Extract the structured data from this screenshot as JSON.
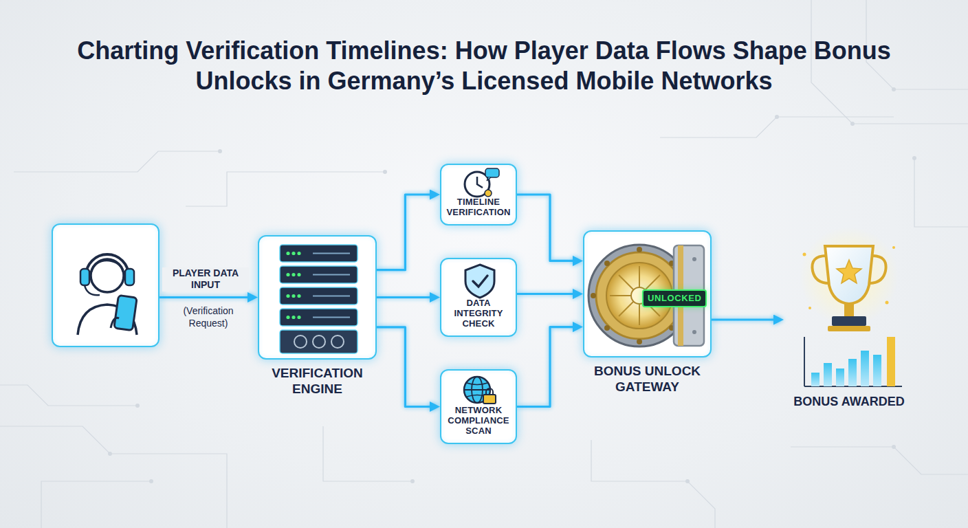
{
  "diagram": {
    "title": "Charting Verification Timelines: How Player Data Flows Shape Bonus Unlocks in Germany’s Licensed Mobile Networks",
    "nodes": [
      {
        "text": []
      },
      {
        "text": [
          "VERIFICATION ENGINE"
        ]
      },
      {
        "text": [
          "TIMELINE VERIFICATION"
        ]
      },
      {
        "text": [
          "DATA INTEGRITY CHECK"
        ]
      },
      {
        "text": [
          "NETWORK COMPLIANCE SCAN"
        ]
      },
      {
        "text": [
          "UNLOCKED",
          "BONUS UNLOCK GATEWAY"
        ]
      },
      {
        "text": [
          "BONUS AWARDED"
        ]
      }
    ],
    "edges": [
      {
        "from": 0,
        "to": 1,
        "arrow": "to",
        "label": "PLAYER DATA INPUT"
      },
      {
        "from": 1,
        "to": 2,
        "arrow": "to"
      },
      {
        "from": 1,
        "to": 3,
        "arrow": "to"
      },
      {
        "from": 1,
        "to": 4,
        "arrow": "to"
      },
      {
        "from": 2,
        "to": 5,
        "arrow": "to"
      },
      {
        "from": 3,
        "to": 5,
        "arrow": "to"
      },
      {
        "from": 4,
        "to": 5,
        "arrow": "to"
      },
      {
        "from": 5,
        "to": 6,
        "arrow": "to"
      }
    ],
    "labels": [
      "(Verification Request)"
    ]
  }
}
